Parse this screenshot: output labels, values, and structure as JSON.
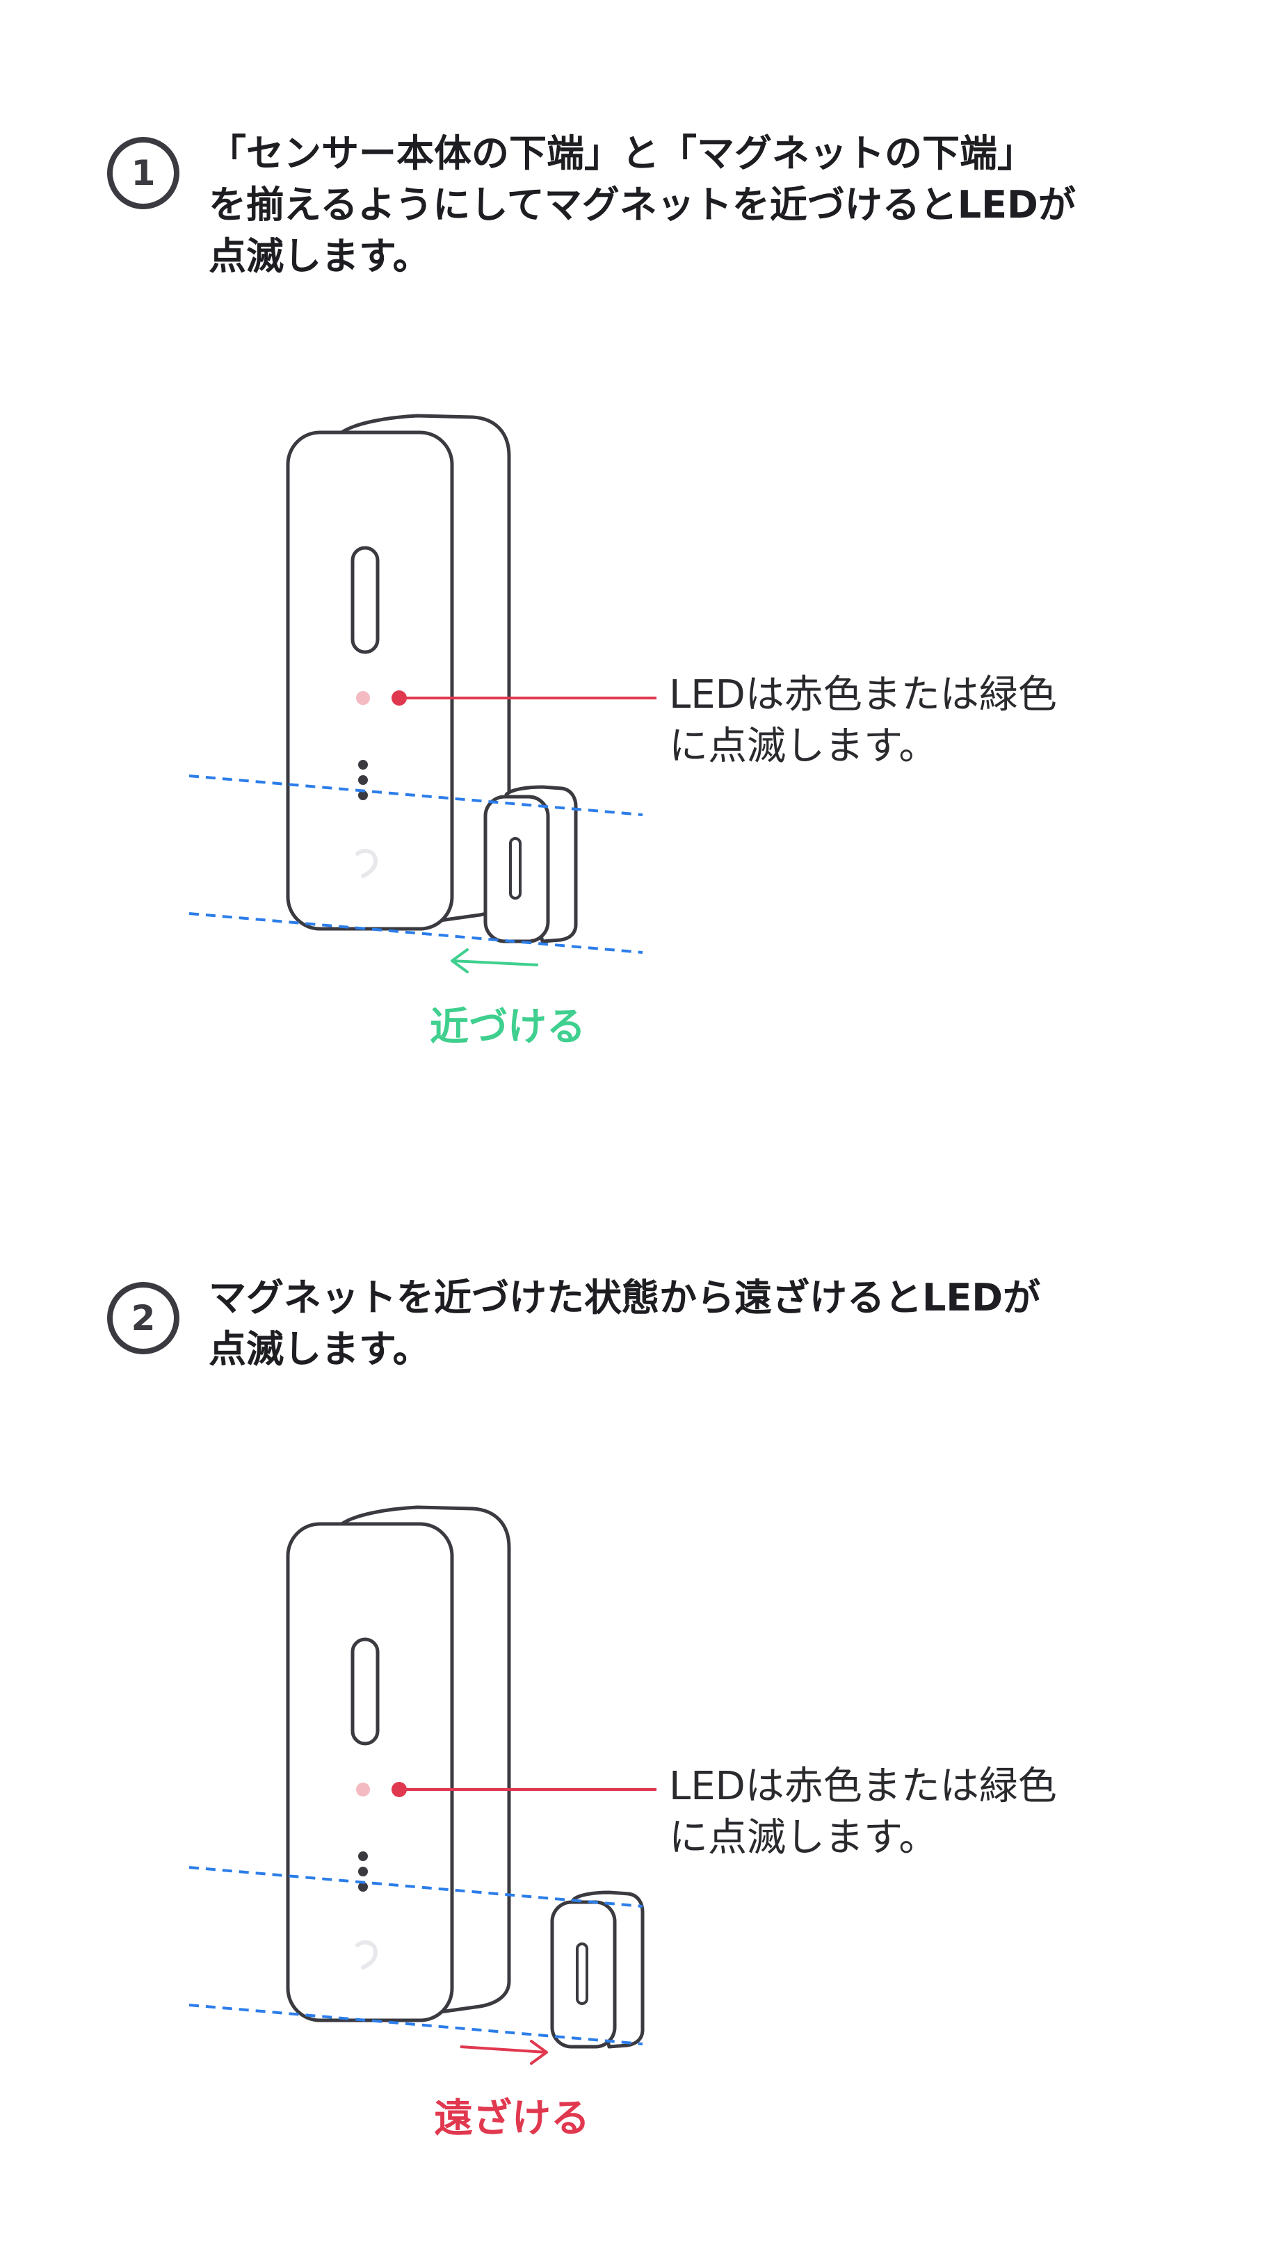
{
  "steps": [
    {
      "number": "1",
      "text": "「センサー本体の下端」と「マグネットの下端」\nを揃えるようにしてマグネットを近づけるとLEDが\n点滅します。",
      "led_note": "LEDは赤色または緑色\nに点滅します。",
      "action_label": "近づける",
      "action_color": "#3fcf8e",
      "direction": "toward"
    },
    {
      "number": "2",
      "text": "マグネットを近づけた状態から遠ざけるとLEDが\n点滅します。",
      "led_note": "LEDは赤色または緑色\nに点滅します。",
      "action_label": "遠ざける",
      "action_color": "#e0384f",
      "direction": "away"
    }
  ],
  "colors": {
    "outline": "#3a3a40",
    "led": "#e0384f",
    "guide": "#2b7de9"
  }
}
